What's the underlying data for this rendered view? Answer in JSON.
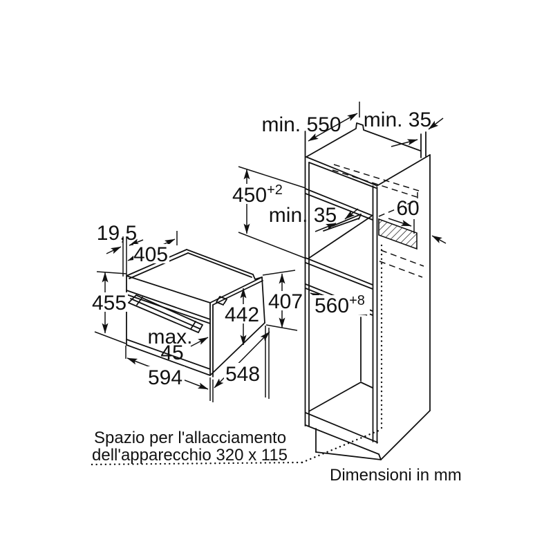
{
  "diagram": {
    "footer": "Dimensioni in mm",
    "note": {
      "line1": "Spazio per l'allacciamento",
      "line2": "dell'apparecchio 320 x 115"
    },
    "cabinet": {
      "depth_min": "min. 550",
      "wall_gap_top": "min. 35",
      "niche_height": "450",
      "niche_height_tolerance": "+2",
      "shelf_gap": "min. 35",
      "vent_depth": "60",
      "niche_width": "560",
      "niche_width_tolerance": "+8"
    },
    "oven": {
      "frame_offset": "19,5",
      "top_depth": "405",
      "front_height": "455",
      "body_height": "442",
      "rear_height": "407",
      "handle_max_line1": "max.",
      "handle_max_line2": "45",
      "width": "594",
      "depth": "548"
    },
    "colors": {
      "line": "#111111",
      "background": "#ffffff"
    }
  }
}
